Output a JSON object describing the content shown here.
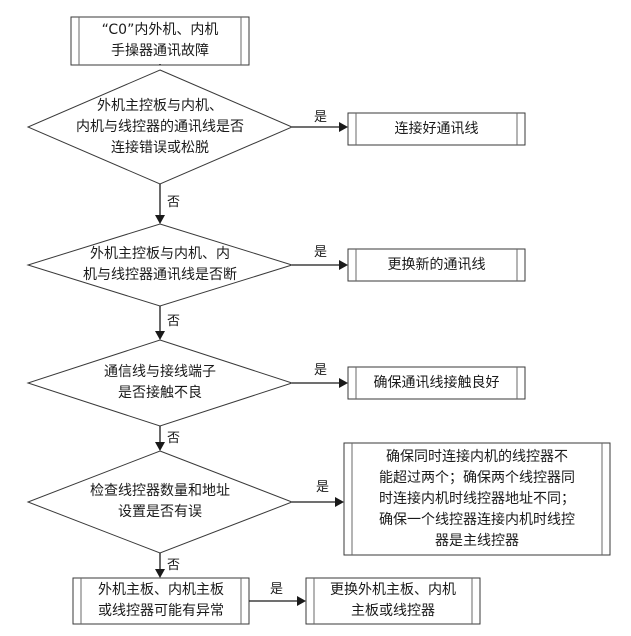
{
  "start": "“C0”内外机、内机\n手操器通讯故障",
  "checks": [
    "外机主控板与内机、\n内机与线控器的通讯线是否\n连接错误或松脱",
    "外机主控板与内机、内\n机与线控器通讯线是否断",
    "通信线与接线端子\n是否接触不良",
    "检查线控器数量和地址\n设置是否有误",
    "外机主板、内机主板\n或线控器可能有异常"
  ],
  "actions": [
    "连接好通讯线",
    "更换新的通讯线",
    "确保通讯线接触良好",
    "确保同时连接内机的线控器不\n能超过两个；确保两个线控器同\n时连接内机时线控器地址不同；\n确保一个线控器连接内机时线控\n器是主线控器",
    "更换外机主板、内机\n主板或线控器"
  ],
  "yes_label": "是",
  "no_label": "否"
}
